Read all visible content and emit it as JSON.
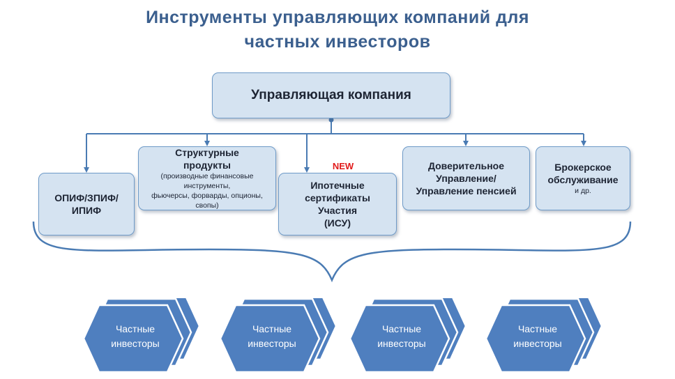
{
  "title": {
    "line1": "Инструменты управляющих компаний для",
    "line2": "частных инвесторов"
  },
  "manager": {
    "label": "Управляющая компания"
  },
  "instruments": {
    "opif": {
      "label": "ОПИФ/ЗПИФ/\nИПИФ"
    },
    "structured": {
      "label": "Структурные\nпродукты",
      "detail": "(производные финансовые\nинструменты,\nфьючерсы, форварды, опционы,\nсвопы)"
    },
    "mortgage": {
      "badge": "NEW",
      "label": "Ипотечные\nсертификаты\nУчастия\n(ИСУ)"
    },
    "trust": {
      "label": "Доверительное\nУправление/\nУправление пенсией"
    },
    "broker": {
      "label": "Брокерское\nобслуживание",
      "detail": "и др."
    }
  },
  "investors": [
    {
      "label": "Частные\nинвесторы"
    },
    {
      "label": "Частные\nинвесторы"
    },
    {
      "label": "Частные\nинвесторы"
    },
    {
      "label": "Частные\nинвесторы"
    }
  ],
  "colors": {
    "title": "#3b5f8e",
    "box_fill": "#d5e3f1",
    "box_border": "#6f9bc8",
    "connector": "#4a7bb3",
    "hexagon": "#4f7fbf",
    "new_badge": "#e11b1b"
  }
}
